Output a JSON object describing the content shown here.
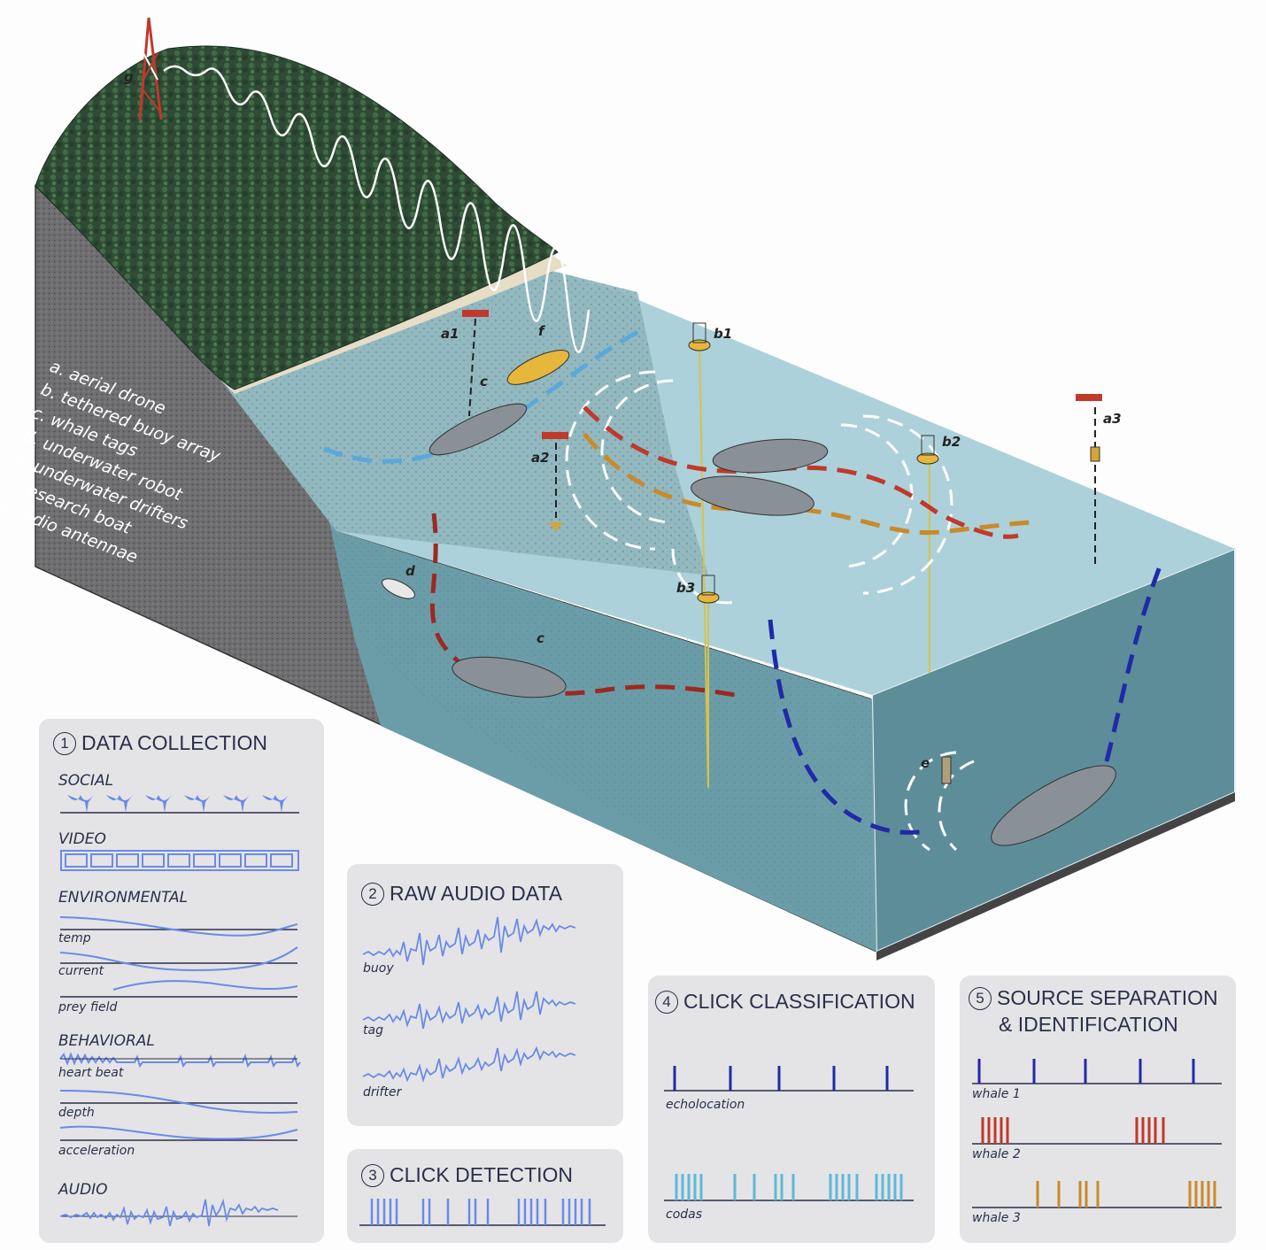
{
  "scene": {
    "legend": [
      "a. aerial drone",
      "b. tethered buoy array",
      "c. whale tags",
      "d. underwater robot",
      "e. underwater drifters",
      "f. research boat",
      "g. radio antennae"
    ],
    "labels": {
      "g": "g",
      "a1": "a1",
      "a2": "a2",
      "a3": "a3",
      "b1": "b1",
      "b2": "b2",
      "b3": "b3",
      "c_top": "c",
      "c_bottom": "c",
      "d": "d",
      "e": "e",
      "f": "f"
    }
  },
  "panels": {
    "p1": {
      "num": "1",
      "title": "DATA COLLECTION",
      "social": "SOCIAL",
      "video": "VIDEO",
      "environmental": "ENVIRONMENTAL",
      "temp": "temp",
      "current": "current",
      "prey": "prey field",
      "behavioral": "BEHAVIORAL",
      "heart": "heart beat",
      "depth": "depth",
      "accel": "acceleration",
      "audio": "AUDIO"
    },
    "p2": {
      "num": "2",
      "title": "RAW AUDIO DATA",
      "buoy": "buoy",
      "tag": "tag",
      "drifter": "drifter"
    },
    "p3": {
      "num": "3",
      "title": "CLICK DETECTION"
    },
    "p4": {
      "num": "4",
      "title": "CLICK CLASSIFICATION",
      "echo": "echolocation",
      "codas": "codas"
    },
    "p5": {
      "num": "5",
      "title1": "SOURCE SEPARATION",
      "title2": "& IDENTIFICATION",
      "w1": "whale 1",
      "w2": "whale 2",
      "w3": "whale 3"
    }
  },
  "colors": {
    "blue": "#6b8ae8",
    "navy": "#1f2aa8",
    "red": "#c0392b",
    "orange": "#c98a2a",
    "cyan": "#5fb8d8",
    "ink": "#2a2f4a"
  }
}
